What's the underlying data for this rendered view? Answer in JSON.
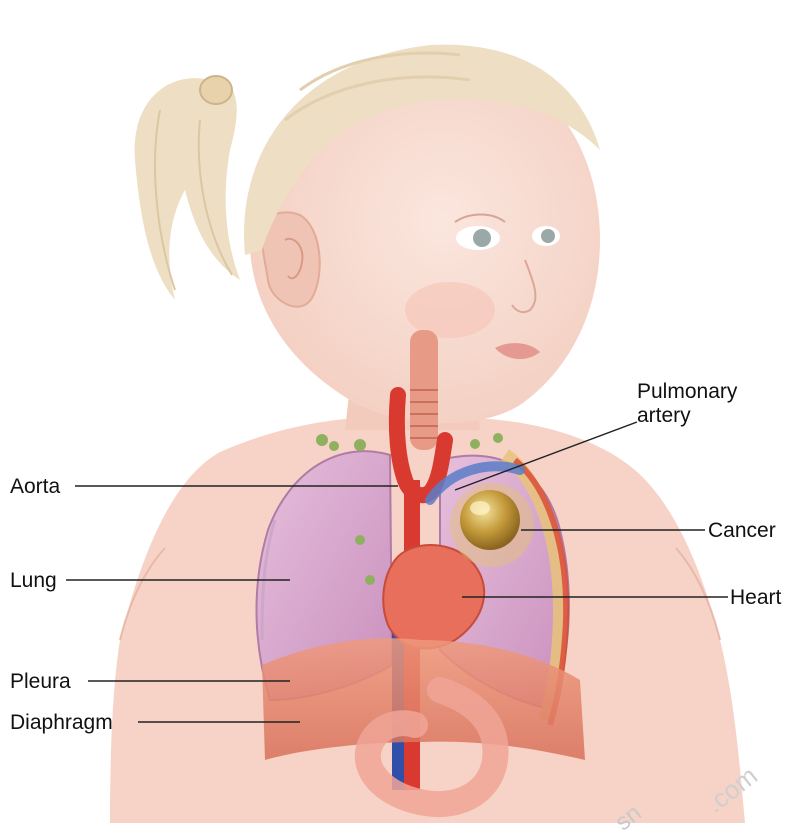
{
  "labels": {
    "aorta": "Aorta",
    "lung": "Lung",
    "pleura": "Pleura",
    "diaphragm": "Diaphragm",
    "pulmonary_line1": "Pulmonary",
    "pulmonary_line2": "artery",
    "cancer": "Cancer",
    "heart": "Heart"
  },
  "watermark": {
    "part1": "sn",
    "part2": ".com"
  },
  "colors": {
    "skin": "#f6d3c6",
    "hair": "#eedfc4",
    "lung": "#d7a6c8",
    "aorta": "#d93a2f",
    "vein": "#2f4fa8",
    "tumor": "#c49a3a",
    "diaphragm": "#e58a6e",
    "leader_line": "#222222"
  }
}
